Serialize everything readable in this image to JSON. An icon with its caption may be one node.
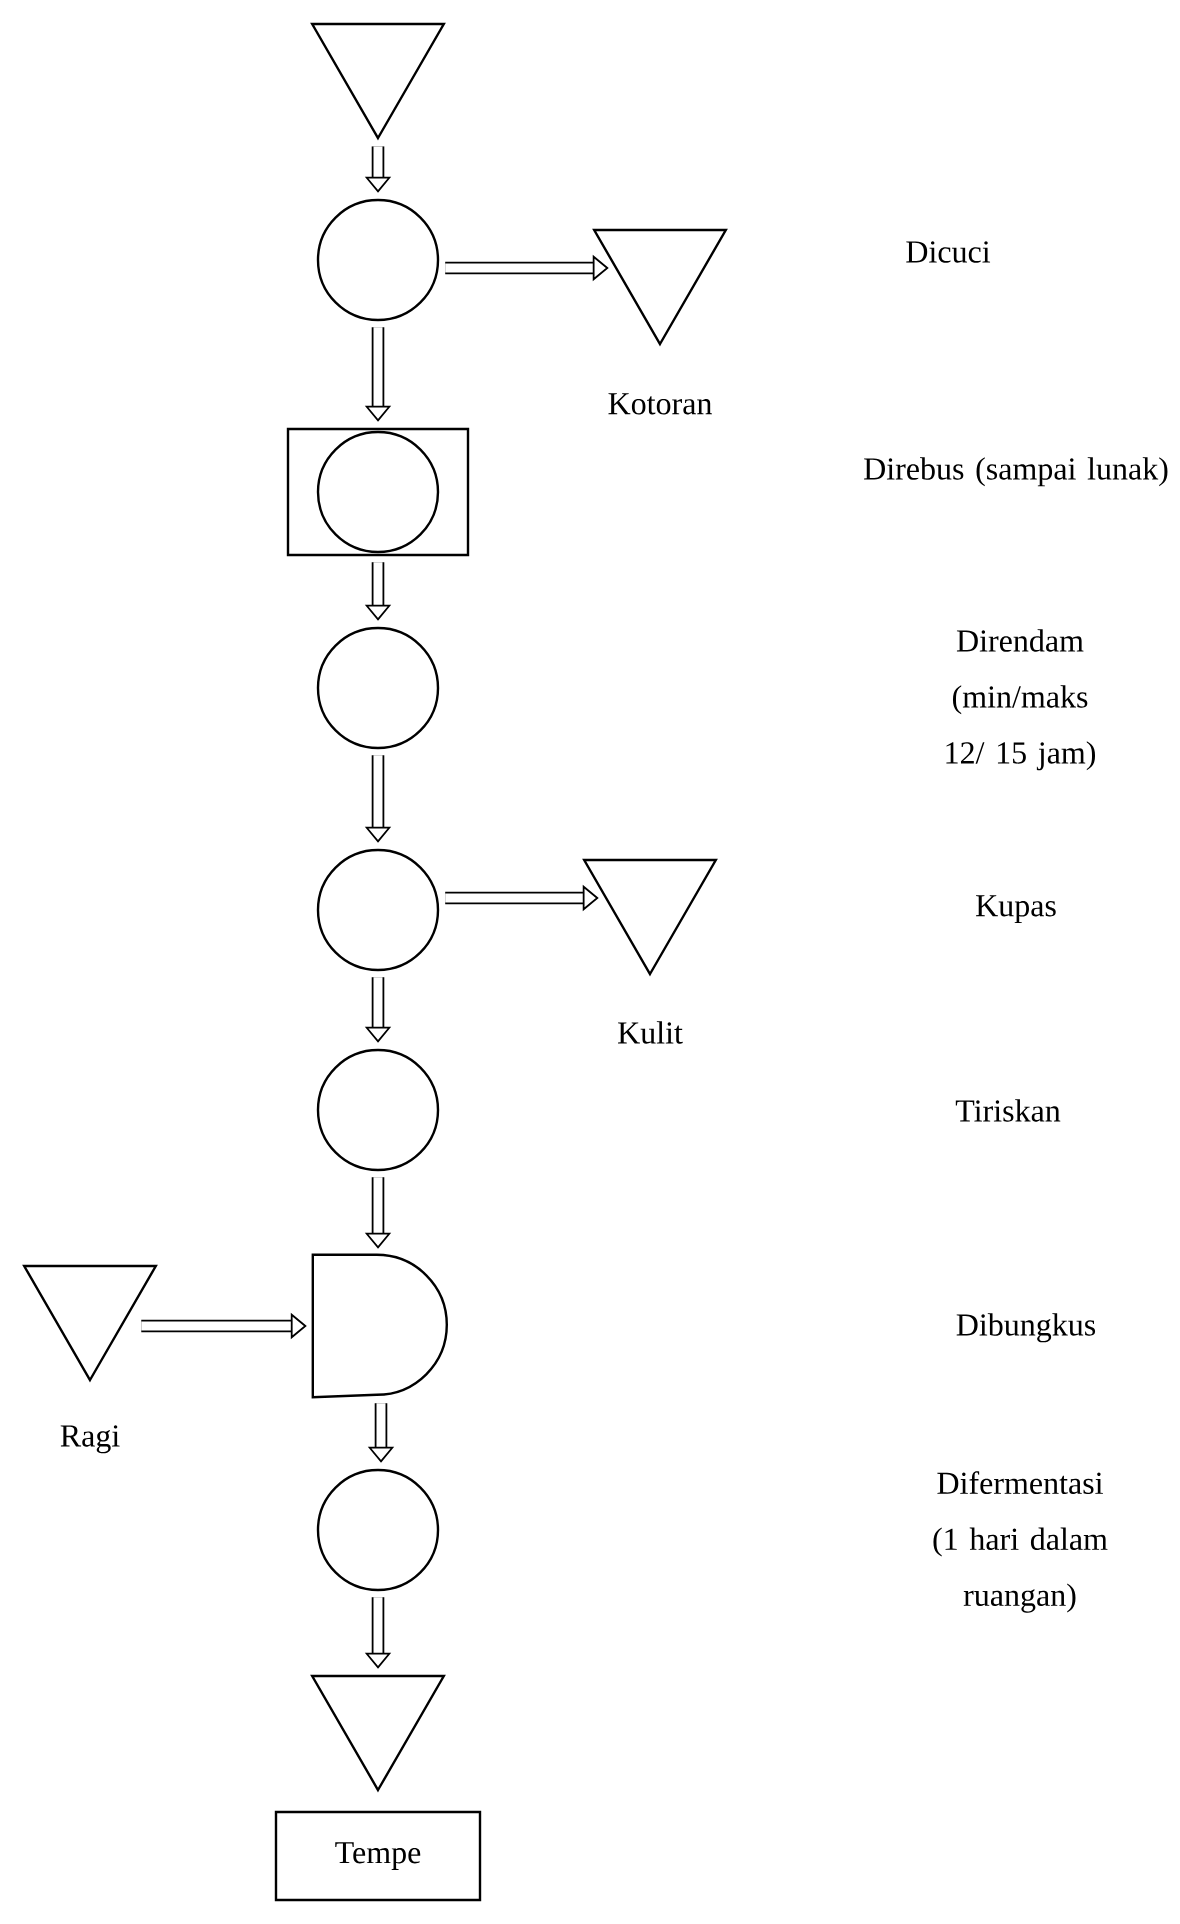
{
  "diagram": {
    "nodes": [
      {
        "text": [],
        "shape": "triangle"
      },
      {
        "text": [],
        "shape": "circle"
      },
      {
        "text": [],
        "shape": "triangle",
        "beside": [
          "Kotoran"
        ]
      },
      {
        "text": [],
        "shape": "box"
      },
      {
        "text": [],
        "shape": "circle",
        "in": 3
      },
      {
        "text": [],
        "shape": "circle"
      },
      {
        "text": [],
        "shape": "circle"
      },
      {
        "text": [],
        "shape": "triangle",
        "beside": [
          "Kulit"
        ]
      },
      {
        "text": [],
        "shape": "circle"
      },
      {
        "text": [],
        "shape": "triangle",
        "beside": [
          "Ragi"
        ]
      },
      {
        "text": [],
        "shape": "delay"
      },
      {
        "text": [],
        "shape": "circle"
      },
      {
        "text": [],
        "shape": "triangle"
      },
      {
        "text": [
          "Tempe"
        ]
      }
    ],
    "edges": [
      {
        "from": 0,
        "to": 1,
        "arrow": "to"
      },
      {
        "from": 1,
        "to": 2,
        "arrow": "to"
      },
      {
        "from": 1,
        "to": 3,
        "arrow": "to"
      },
      {
        "from": 3,
        "to": 5,
        "arrow": "to"
      },
      {
        "from": 5,
        "to": 6,
        "arrow": "to"
      },
      {
        "from": 6,
        "to": 7,
        "arrow": "to"
      },
      {
        "from": 6,
        "to": 8,
        "arrow": "to"
      },
      {
        "from": 8,
        "to": 10,
        "arrow": "to"
      },
      {
        "from": 9,
        "to": 10,
        "arrow": "to"
      },
      {
        "from": 10,
        "to": 11,
        "arrow": "to"
      },
      {
        "from": 11,
        "to": 12,
        "arrow": "to"
      }
    ],
    "labels": [
      "Dicuci",
      "Direbus (sampai lunak)",
      "Direndam (min/maks 12/ 15 jam)",
      "Kupas",
      "Tiriskan",
      "Dibungkus",
      "Difermentasi (1 hari dalam ruangan)"
    ]
  }
}
